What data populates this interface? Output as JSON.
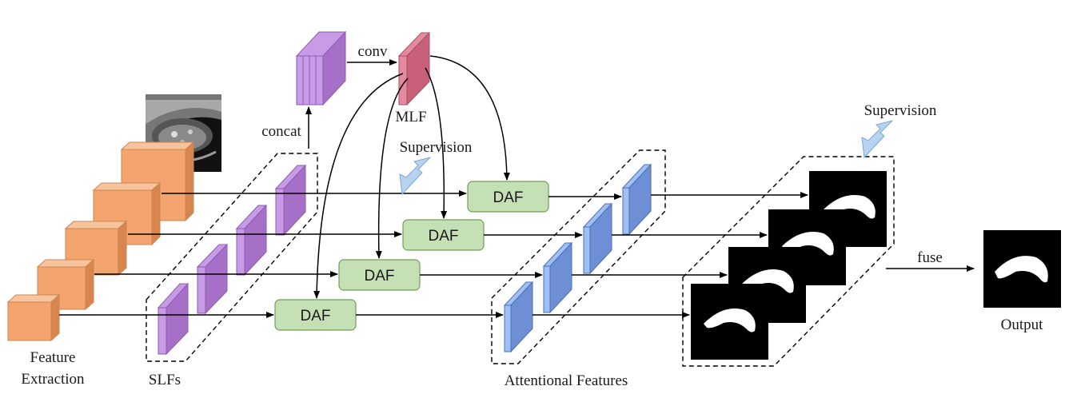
{
  "labels": {
    "feature_extraction_line1": "Feature",
    "feature_extraction_line2": "Extraction",
    "slfs": "SLFs",
    "concat": "concat",
    "conv": "conv",
    "mlf": "MLF",
    "supervision_top": "Supervision",
    "supervision_right": "Supervision",
    "attentional_features": "Attentional Features",
    "fuse": "fuse",
    "output": "Output"
  },
  "daf_blocks": [
    {
      "label": "DAF"
    },
    {
      "label": "DAF"
    },
    {
      "label": "DAF"
    },
    {
      "label": "DAF"
    }
  ],
  "colors": {
    "orange_front": "#F4A46E",
    "orange_top": "#F8C49E",
    "orange_side": "#D9854D",
    "purple_front": "#A66FC8",
    "purple_side": "#C79BE6",
    "red_front": "#C9607A",
    "red_side": "#E48A9E",
    "blue_front": "#6E8FD6",
    "blue_side": "#9EC0F4",
    "daf_fill": "#C5E0B4",
    "daf_stroke": "#6F9F55",
    "supervision_arrow": "#B6D3F0"
  }
}
